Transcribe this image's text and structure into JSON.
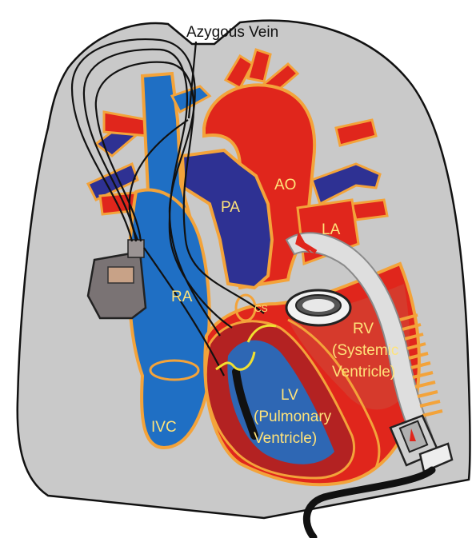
{
  "figure": {
    "labels": {
      "azygous_vein": "Azygous Vein",
      "ao": "AO",
      "pa": "PA",
      "la": "LA",
      "ra": "RA",
      "cs": "CS",
      "rv_line1": "RV",
      "rv_line2": "(Systemic",
      "rv_line3": "Ventricle)",
      "lv_line1": "LV",
      "lv_line2": "(Pulmonary",
      "lv_line3": "Ventricle)",
      "ivc": "IVC"
    },
    "colors": {
      "lung": "#c9c9c9",
      "venous_blue": "#1f6fc4",
      "arterial_red": "#e0261c",
      "dark_red_muscle": "#b32222",
      "navy": "#2e3193",
      "orange_outline": "#f3a33a",
      "label_yellow": "#ffe37a",
      "lead_yellow": "#f0e030"
    }
  }
}
